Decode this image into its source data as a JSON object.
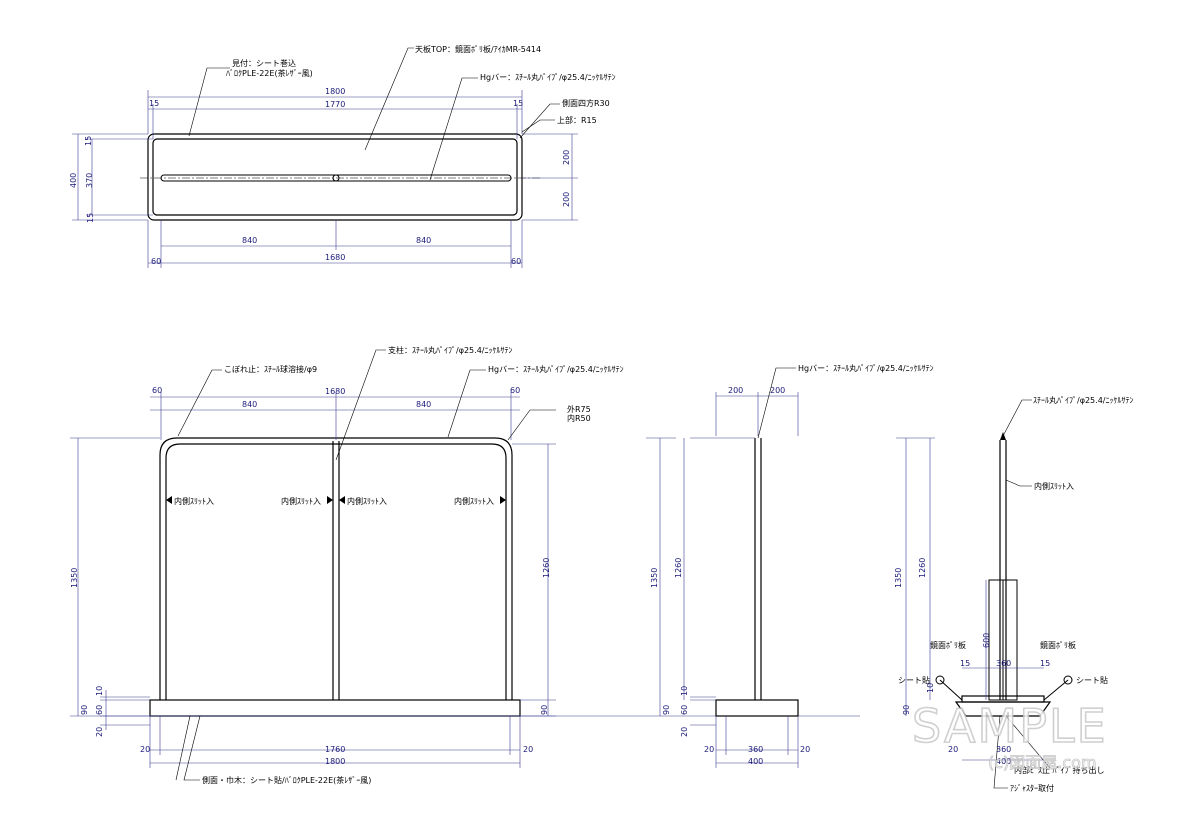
{
  "labels": {
    "mitsuke": "見付：シート巻込",
    "mitsuke2": "ﾊﾞﾛｸPLE-22E(茶ﾚｻﾞｰ風)",
    "top": "天板TOP：鏡面ﾎﾟﾘ板/ｱｲｶMR-5414",
    "hg_top": "Hgバー：ｽﾁｰﾙ丸ﾊﾟｲﾌﾟ/φ25.4/ﾆｯｹﾙｻﾃﾝ",
    "side_r30": "側面四方R30",
    "top_r15": "上部：R15",
    "koboredome": "こぼれ止：ｽﾁｰﾙ球溶接/φ9",
    "shichu": "支柱：ｽﾁｰﾙ丸ﾊﾟｲﾌﾟ/φ25.4/ﾆｯｹﾙｻﾃﾝ",
    "hg_front": "Hgバー：ｽﾁｰﾙ丸ﾊﾟｲﾌﾟ/φ25.4/ﾆｯｹﾙｻﾃﾝ",
    "outer_r75": "外R75",
    "inner_r50": "内R50",
    "slit": "内側ｽﾘｯﾄ入",
    "hg_side": "Hgバー：ｽﾁｰﾙ丸ﾊﾟｲﾌﾟ/φ25.4/ﾆｯｹﾙｻﾃﾝ",
    "pipe_right": "ｽﾁｰﾙ丸ﾊﾟｲﾌﾟ/φ25.4/ﾆｯｹﾙｻﾃﾝ",
    "kyomen_l": "鏡面ﾎﾟﾘ板",
    "kyomen_r": "鏡面ﾎﾟﾘ板",
    "sheet_l": "シート貼",
    "sheet_r": "シート貼",
    "sokumen": "側面・巾木：シート貼/ﾊﾞﾛｸPLE-22E(茶ﾚｻﾞｰ風)",
    "adjuster": "ｱｼﾞｬｽﾀｰ取付",
    "naibu": "内部ﾋﾞｽ止 ﾊﾟｲﾌﾟ持ち出し"
  },
  "dims": {
    "d1800": "1800",
    "d15": "15",
    "d1770": "1770",
    "d400": "400",
    "d370": "370",
    "d200": "200",
    "d840": "840",
    "d60": "60",
    "d1680": "1680",
    "d1350": "1350",
    "d1260": "1260",
    "d90": "90",
    "d10": "10",
    "d20": "20",
    "d1760": "1760",
    "d360": "360",
    "d600": "600"
  },
  "watermark": {
    "main": "SAMPLE",
    "sub": "(c)図面屋.com"
  }
}
